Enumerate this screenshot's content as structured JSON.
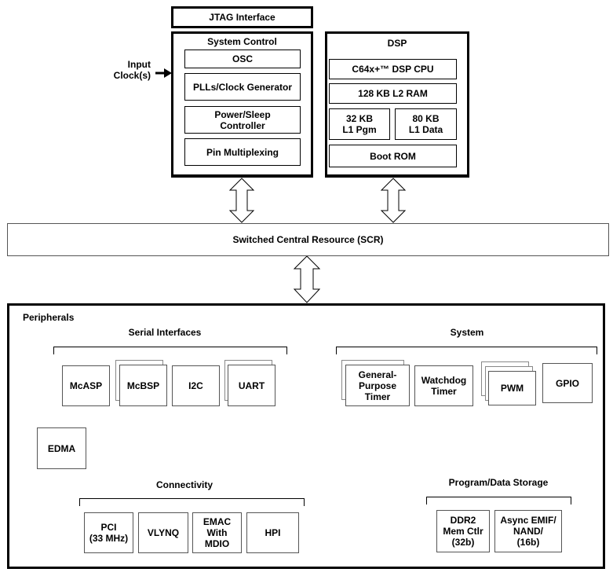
{
  "jtag": "JTAG Interface",
  "input_clock": [
    "Input",
    "Clock(s)"
  ],
  "system_control": {
    "title": "System Control",
    "items": [
      "OSC",
      "PLLs/Clock Generator",
      "Power/Sleep\nController",
      "Pin Multiplexing"
    ]
  },
  "dsp": {
    "title": "DSP",
    "cpu": "C64x+™ DSP CPU",
    "l2": "128 KB L2 RAM",
    "l1p": "32 KB\nL1 Pgm",
    "l1d": "80 KB\nL1 Data",
    "boot": "Boot ROM"
  },
  "scr": "Switched Central Resource (SCR)",
  "peripherals": {
    "title": "Peripherals",
    "serial": {
      "title": "Serial Interfaces",
      "items": [
        "McASP",
        "McBSP",
        "I2C",
        "UART"
      ]
    },
    "system": {
      "title": "System",
      "items": [
        "General-\nPurpose\nTimer",
        "Watchdog\nTimer",
        "PWM",
        "GPIO"
      ]
    },
    "edma": "EDMA",
    "connectivity": {
      "title": "Connectivity",
      "items": [
        "PCI\n(33 MHz)",
        "VLYNQ",
        "EMAC\nWith\nMDIO",
        "HPI"
      ]
    },
    "storage": {
      "title": "Program/Data Storage",
      "items": [
        "DDR2\nMem Ctlr\n(32b)",
        "Async EMIF/\nNAND/\n(16b)"
      ]
    }
  }
}
